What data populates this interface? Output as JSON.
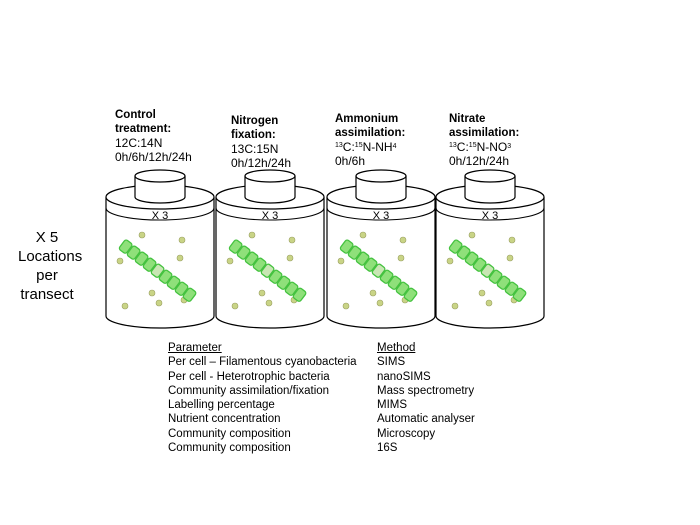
{
  "side_label": [
    "X 5",
    "Locations",
    "per",
    "transect"
  ],
  "treatments": [
    {
      "title1": "Control",
      "title2": "treatment:",
      "line1": "12C:14N",
      "line2": "0h/6h/12h/24h",
      "jar_label": "X 3"
    },
    {
      "title1": "Nitrogen",
      "title2": "fixation:",
      "line1": "13C:15N",
      "line2": "0h/12h/24h",
      "jar_label": "X 3"
    },
    {
      "title1": "Ammonium",
      "title2": "assimilation:",
      "line1_parts": [
        "13",
        "C:",
        "15",
        "N-NH",
        "4"
      ],
      "line2": "0h/6h",
      "jar_label": "X 3"
    },
    {
      "title1": "Nitrate",
      "title2": "assimilation:",
      "line1_parts": [
        "13",
        "C:",
        "15",
        "N-NO",
        "3"
      ],
      "line2": "0h/12h/24h",
      "jar_label": "X 3"
    }
  ],
  "table": {
    "parameter_header": "Parameter",
    "method_header": "Method",
    "rows": [
      {
        "parameter": "Per cell – Filamentous cyanobacteria",
        "method": "SIMS"
      },
      {
        "parameter": "Per cell - Heterotrophic bacteria",
        "method": "nanoSIMS"
      },
      {
        "parameter": "Community assimilation/fixation",
        "method": "Mass spectrometry"
      },
      {
        "parameter": "Labelling percentage",
        "method": "MIMS"
      },
      {
        "parameter": "Nutrient concentration",
        "method": "Automatic analyser"
      },
      {
        "parameter": "Community composition",
        "method": "Microscopy"
      },
      {
        "parameter": "Community composition",
        "method": "16S"
      }
    ]
  },
  "colors": {
    "filament": "#44c23f",
    "filament_light": "#8fe07a",
    "filament_middle": "#c9e6b4",
    "dot": "#c9d486",
    "jar_outline": "#000000",
    "lid_fill": "#ffffff"
  }
}
